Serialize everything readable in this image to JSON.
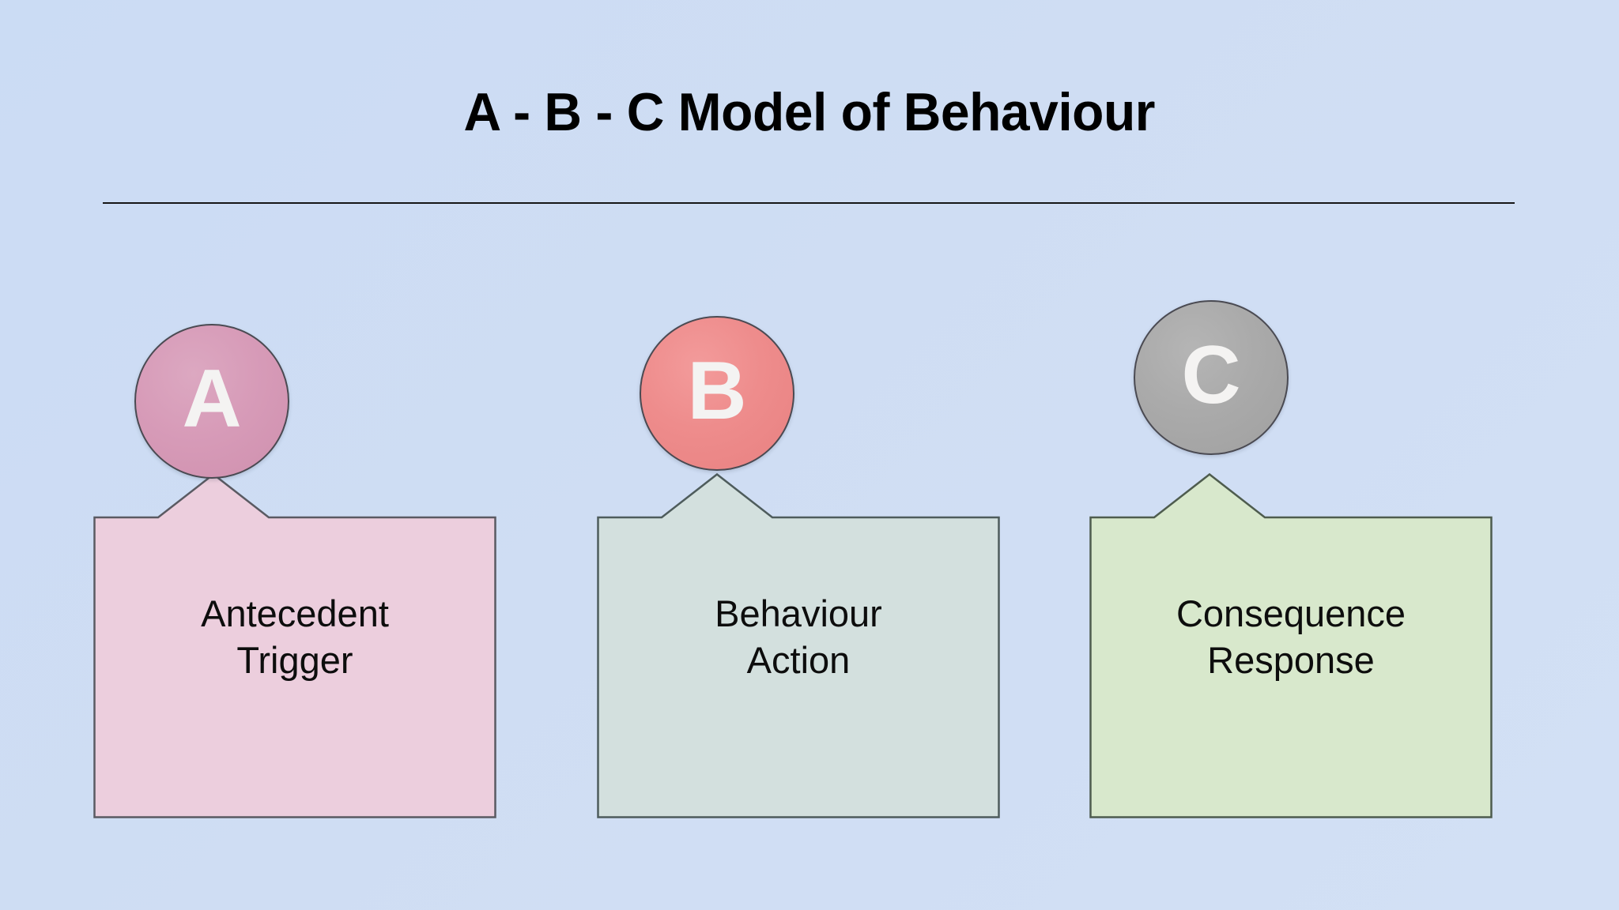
{
  "page": {
    "title": "A - B - C Model of Behaviour",
    "background_color": "#cfddf3",
    "rule_color": "#161616"
  },
  "diagram": {
    "type": "three-stage-model",
    "stages": [
      {
        "badge_letter": "A",
        "badge_fill": "#d79bb8",
        "badge_text_color": "#f4f3f2",
        "panel_fill": "#eccedd",
        "panel_stroke": "#5a5a62",
        "line1": "Antecedent",
        "line2": "Trigger",
        "label": "Antecedent\nTrigger"
      },
      {
        "badge_letter": "B",
        "badge_fill": "#ee8c8c",
        "badge_text_color": "#f4f3f2",
        "panel_fill": "#d3e0de",
        "panel_stroke": "#4e5c5c",
        "line1": "Behaviour",
        "line2": "Action",
        "label": "Behaviour\nAction"
      },
      {
        "badge_letter": "C",
        "badge_fill": "#aaaaaa",
        "badge_text_color": "#f2f2f2",
        "panel_fill": "#d8e8cc",
        "panel_stroke": "#4e5c4e",
        "line1": "Consequence",
        "line2": "Response",
        "label": "Consequence\nResponse"
      }
    ]
  }
}
